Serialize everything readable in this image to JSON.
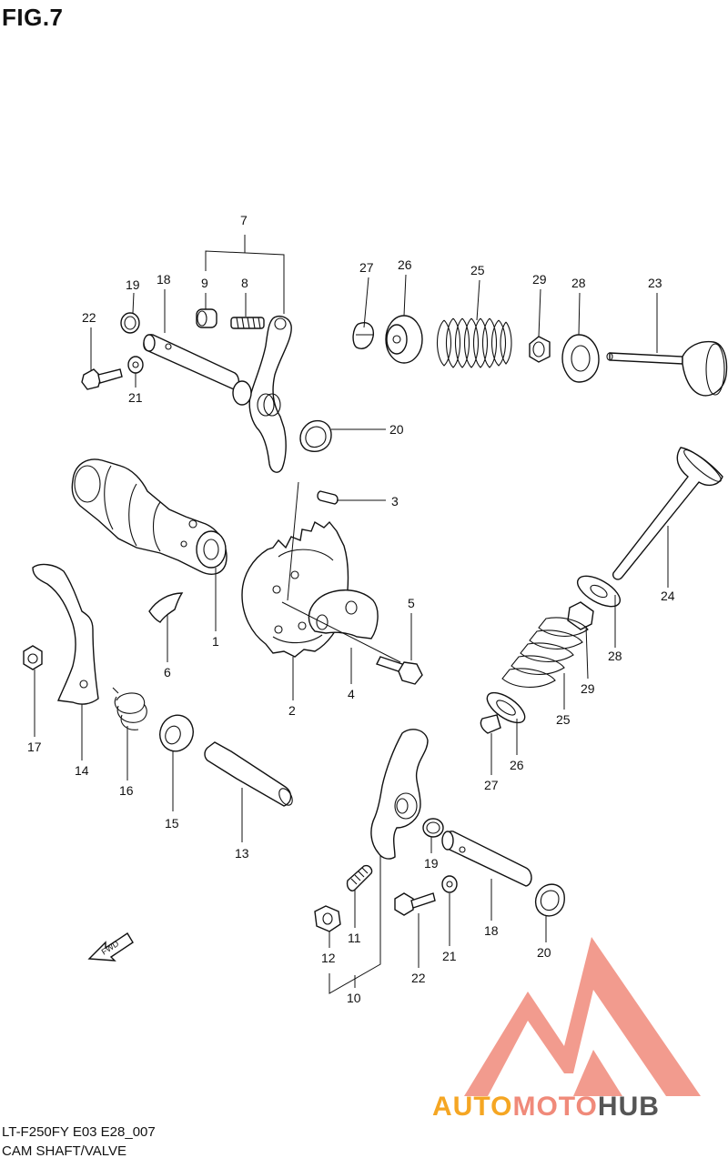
{
  "figure": {
    "title": "FIG.7",
    "model_code": "LT-F250FY E03 E28_007",
    "caption": "CAM SHAFT/VALVE",
    "direction_arrow": "FWD"
  },
  "callouts": [
    {
      "id": "7",
      "part": "rocker-arm-assembly-upper"
    },
    {
      "id": "9",
      "part": "adjusting-nut-upper"
    },
    {
      "id": "8",
      "part": "adjusting-screw-upper"
    },
    {
      "id": "19",
      "part": "o-ring-upper"
    },
    {
      "id": "18",
      "part": "rocker-shaft-upper"
    },
    {
      "id": "22",
      "part": "bolt-upper"
    },
    {
      "id": "21",
      "part": "washer-upper"
    },
    {
      "id": "27",
      "part": "valve-cotter-upper"
    },
    {
      "id": "26",
      "part": "valve-spring-retainer-upper"
    },
    {
      "id": "25",
      "part": "valve-spring-upper"
    },
    {
      "id": "29",
      "part": "valve-stem-oil-seal-upper"
    },
    {
      "id": "28",
      "part": "valve-spring-seat-upper"
    },
    {
      "id": "23",
      "part": "intake-valve"
    },
    {
      "id": "20",
      "part": "gasket-upper"
    },
    {
      "id": "3",
      "part": "pin"
    },
    {
      "id": "1",
      "part": "camshaft"
    },
    {
      "id": "6",
      "part": "key"
    },
    {
      "id": "2",
      "part": "cam-sprocket"
    },
    {
      "id": "4",
      "part": "lock-washer"
    },
    {
      "id": "5",
      "part": "sprocket-bolt"
    },
    {
      "id": "24",
      "part": "exhaust-valve"
    },
    {
      "id": "28",
      "part": "valve-spring-seat-lower"
    },
    {
      "id": "29",
      "part": "valve-stem-oil-seal-lower"
    },
    {
      "id": "25",
      "part": "valve-spring-lower"
    },
    {
      "id": "26",
      "part": "valve-spring-retainer-lower"
    },
    {
      "id": "27",
      "part": "valve-cotter-lower"
    },
    {
      "id": "17",
      "part": "nut"
    },
    {
      "id": "14",
      "part": "decompression-lever"
    },
    {
      "id": "16",
      "part": "return-spring"
    },
    {
      "id": "15",
      "part": "oil-seal"
    },
    {
      "id": "13",
      "part": "decompression-shaft"
    },
    {
      "id": "19",
      "part": "o-ring-lower"
    },
    {
      "id": "18",
      "part": "rocker-shaft-lower"
    },
    {
      "id": "20",
      "part": "gasket-lower"
    },
    {
      "id": "11",
      "part": "adjusting-screw-lower"
    },
    {
      "id": "22",
      "part": "bolt-lower"
    },
    {
      "id": "21",
      "part": "washer-lower"
    },
    {
      "id": "12",
      "part": "adjusting-nut-lower"
    },
    {
      "id": "10",
      "part": "rocker-arm-assembly-lower"
    }
  ],
  "watermark": {
    "word_1": "AUTO",
    "word_2": "MOTO",
    "word_3": "HUB"
  },
  "colors": {
    "line": "#111111",
    "watermark_triangle": "#f08a7a",
    "watermark_auto": "#f5a623",
    "watermark_hub": "#555555"
  }
}
